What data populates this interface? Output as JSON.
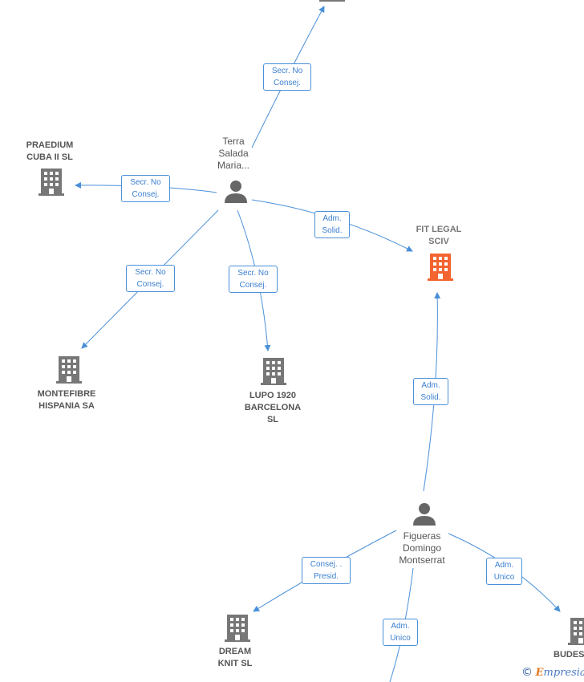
{
  "colors": {
    "edge": "#4a90d9",
    "company": "#777777",
    "focus_company": "#f26430",
    "person": "#666666"
  },
  "nodes": {
    "terra": {
      "label": "Terra\nSalada\nMaria..."
    },
    "praedium": {
      "label": "PRAEDIUM\nCUBA II  SL"
    },
    "fit_legal": {
      "label": "FIT LEGAL\nSCIV"
    },
    "montefibre": {
      "label": "MONTEFIBRE\nHISPANIA SA"
    },
    "lupo": {
      "label": "LUPO 1920\nBARCELONA\nSL"
    },
    "figueras": {
      "label": "Figueras\nDomingo\nMontserrat"
    },
    "dream": {
      "label": "DREAM\nKNIT  SL"
    },
    "budes": {
      "label": "BUDES"
    }
  },
  "edges": {
    "e_top": "Secr.  No\nConsej.",
    "e_praedium": "Secr.  No\nConsej.",
    "e_fit_terra": "Adm.\nSolid.",
    "e_montefibre": "Secr.  No\nConsej.",
    "e_lupo": "Secr.  No\nConsej.",
    "e_fit_figueras": "Adm.\nSolid.",
    "e_dream": "Consej. .\nPresid.",
    "e_budes": "Adm.\nUnico",
    "e_bottom": "Adm.\nUnico"
  },
  "watermark": {
    "copyright": "©",
    "brand_initial": "E",
    "brand_rest": "mpresia"
  }
}
